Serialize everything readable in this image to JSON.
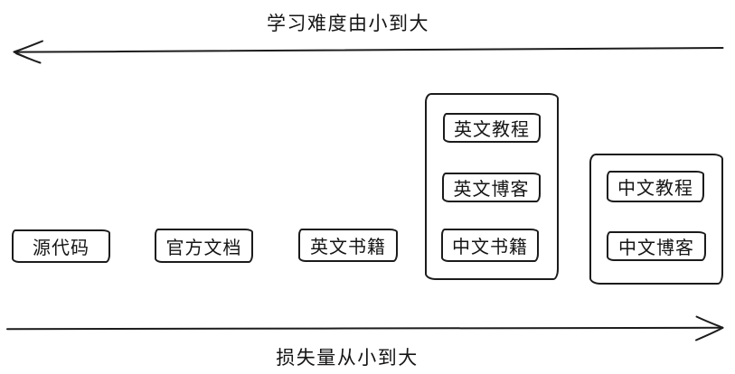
{
  "diagram": {
    "top_axis": {
      "label": "学习难度由小到大",
      "direction": "left"
    },
    "bottom_axis": {
      "label": "损失量从小到大",
      "direction": "right"
    },
    "standalone_items": [
      {
        "label": "源代码"
      },
      {
        "label": "官方文档"
      },
      {
        "label": "英文书籍"
      }
    ],
    "groups": [
      {
        "name": "group-1",
        "items": [
          {
            "label": "英文教程"
          },
          {
            "label": "英文博客"
          },
          {
            "label": "中文书籍"
          }
        ]
      },
      {
        "name": "group-2",
        "items": [
          {
            "label": "中文教程"
          },
          {
            "label": "中文博客"
          }
        ]
      }
    ],
    "colors": {
      "stroke": "#1b1b1b",
      "background": "#ffffff",
      "text": "#151515"
    }
  }
}
